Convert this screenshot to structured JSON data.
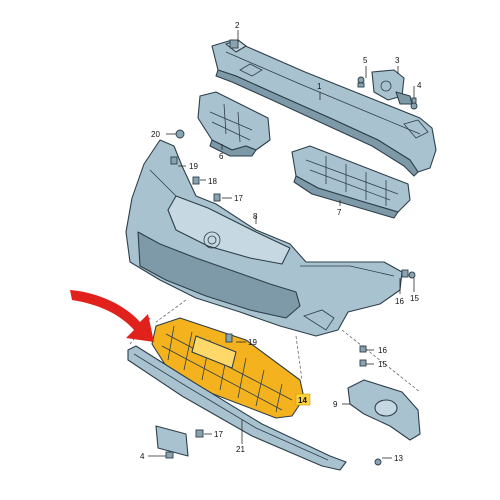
{
  "callouts": [
    {
      "id": "c1",
      "text": "1"
    },
    {
      "id": "c2",
      "text": "2"
    },
    {
      "id": "c3",
      "text": "3"
    },
    {
      "id": "c4",
      "text": "4"
    },
    {
      "id": "c5",
      "text": "5"
    },
    {
      "id": "c6",
      "text": "6"
    },
    {
      "id": "c7",
      "text": "7"
    },
    {
      "id": "c8",
      "text": "8"
    },
    {
      "id": "c9",
      "text": "9"
    },
    {
      "id": "c13",
      "text": "13"
    },
    {
      "id": "c14",
      "text": "14"
    },
    {
      "id": "c15a",
      "text": "15"
    },
    {
      "id": "c15b",
      "text": "15"
    },
    {
      "id": "c16a",
      "text": "16"
    },
    {
      "id": "c16b",
      "text": "16"
    },
    {
      "id": "c17a",
      "text": "17"
    },
    {
      "id": "c17b",
      "text": "17"
    },
    {
      "id": "c18",
      "text": "18"
    },
    {
      "id": "c19a",
      "text": "19"
    },
    {
      "id": "c19b",
      "text": "19"
    },
    {
      "id": "c20",
      "text": "20"
    },
    {
      "id": "c21",
      "text": "21"
    },
    {
      "id": "c4b",
      "text": "4"
    }
  ],
  "highlighted_part": "14",
  "colors": {
    "part_fill": "#a9c2cf",
    "highlight_part": "#f3b21e",
    "highlight_label": "#ffd23a",
    "arrow": "#e0211c"
  }
}
